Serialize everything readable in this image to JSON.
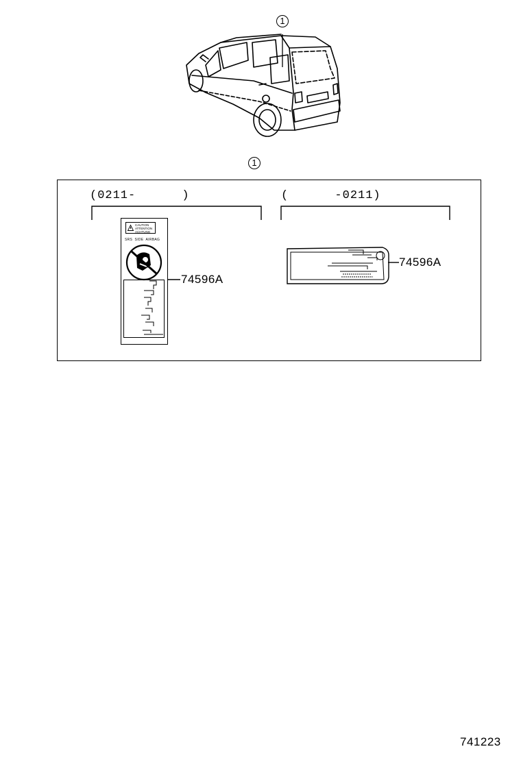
{
  "overview": {
    "callout_number": "1",
    "icon": "van-rear-view-icon"
  },
  "detail": {
    "callout_number": "1",
    "left_variant": {
      "range_label": "(0211-      )",
      "part_number": "74596A",
      "label_header": "CAUTION\nATTENTION\nACHTUNG",
      "label_subtitle": "SRS  SIDE  AIRBAG",
      "icon": "no-child-seat-icon"
    },
    "right_variant": {
      "range_label": "(      -0211)",
      "part_number": "74596A"
    }
  },
  "diagram_id": "741223"
}
